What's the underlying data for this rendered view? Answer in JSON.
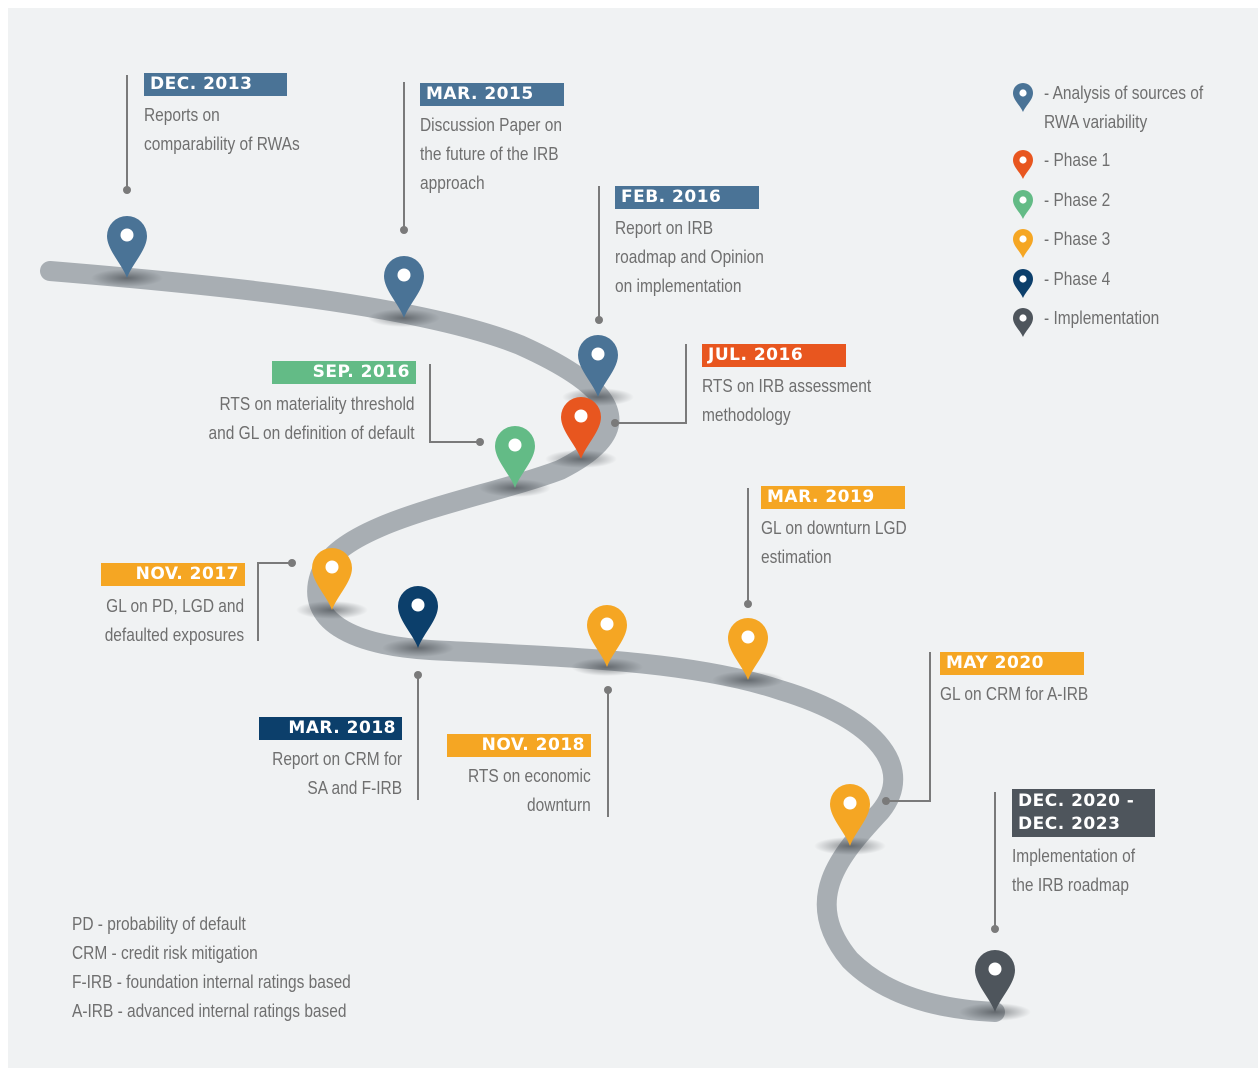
{
  "colors": {
    "analysis": "#4a7396",
    "phase1": "#e8561f",
    "phase2": "#63bb86",
    "phase3": "#f5a623",
    "phase4": "#0c3f6b",
    "implementation": "#4e555c",
    "road": "#a8aeb3",
    "connector": "#7a7a7a",
    "text": "#6f6f6f"
  },
  "milestones": [
    {
      "id": "dec2013",
      "date": "DEC. 2013",
      "text": [
        "Reports on",
        "comparability of RWAs"
      ],
      "phase": "analysis",
      "icon": "map-pin-icon"
    },
    {
      "id": "mar2015",
      "date": "MAR. 2015",
      "text": [
        "Discussion Paper on",
        "the future of the IRB",
        "approach"
      ],
      "phase": "analysis",
      "icon": "map-pin-icon"
    },
    {
      "id": "feb2016",
      "date": "FEB. 2016",
      "text": [
        "Report on IRB",
        "roadmap and Opinion",
        "on implementation"
      ],
      "phase": "analysis",
      "icon": "map-pin-icon"
    },
    {
      "id": "jul2016",
      "date": "JUL. 2016",
      "text": [
        "RTS on IRB assessment",
        "methodology"
      ],
      "phase": "phase1",
      "icon": "map-pin-icon"
    },
    {
      "id": "sep2016",
      "date": "SEP. 2016",
      "text": [
        "RTS on materiality threshold",
        "and GL on definition of default"
      ],
      "phase": "phase2",
      "icon": "map-pin-icon"
    },
    {
      "id": "nov2017",
      "date": "NOV. 2017",
      "text": [
        "GL on PD, LGD and",
        "defaulted exposures"
      ],
      "phase": "phase3",
      "icon": "map-pin-icon"
    },
    {
      "id": "mar2018",
      "date": "MAR. 2018",
      "text": [
        "Report on CRM for",
        "SA and F-IRB"
      ],
      "phase": "phase4",
      "icon": "map-pin-icon"
    },
    {
      "id": "nov2018",
      "date": "NOV. 2018",
      "text": [
        "RTS on economic",
        "downturn"
      ],
      "phase": "phase3",
      "icon": "map-pin-icon"
    },
    {
      "id": "mar2019",
      "date": "MAR. 2019",
      "text": [
        "GL on downturn LGD",
        "estimation"
      ],
      "phase": "phase3",
      "icon": "map-pin-icon"
    },
    {
      "id": "may2020",
      "date": "MAY 2020",
      "text": [
        "GL on CRM for A-IRB"
      ],
      "phase": "phase3",
      "icon": "map-pin-icon"
    },
    {
      "id": "dec2020",
      "date": [
        "DEC. 2020 -",
        "DEC. 2023"
      ],
      "text": [
        "Implementation of",
        "the IRB roadmap"
      ],
      "phase": "implementation",
      "icon": "map-pin-icon"
    }
  ],
  "legend": [
    {
      "phase": "analysis",
      "text": [
        "- Analysis of sources of",
        "RWA variability"
      ],
      "icon": "map-pin-icon"
    },
    {
      "phase": "phase1",
      "text": [
        "- Phase 1"
      ],
      "icon": "map-pin-icon"
    },
    {
      "phase": "phase2",
      "text": [
        "- Phase 2"
      ],
      "icon": "map-pin-icon"
    },
    {
      "phase": "phase3",
      "text": [
        "- Phase 3"
      ],
      "icon": "map-pin-icon"
    },
    {
      "phase": "phase4",
      "text": [
        "- Phase 4"
      ],
      "icon": "map-pin-icon"
    },
    {
      "phase": "implementation",
      "text": [
        "- Implementation"
      ],
      "icon": "map-pin-icon"
    }
  ],
  "abbreviations": [
    "PD - probability of default",
    "CRM  - credit risk mitigation",
    "F-IRB - foundation internal ratings based",
    "A-IRB - advanced internal ratings based"
  ]
}
